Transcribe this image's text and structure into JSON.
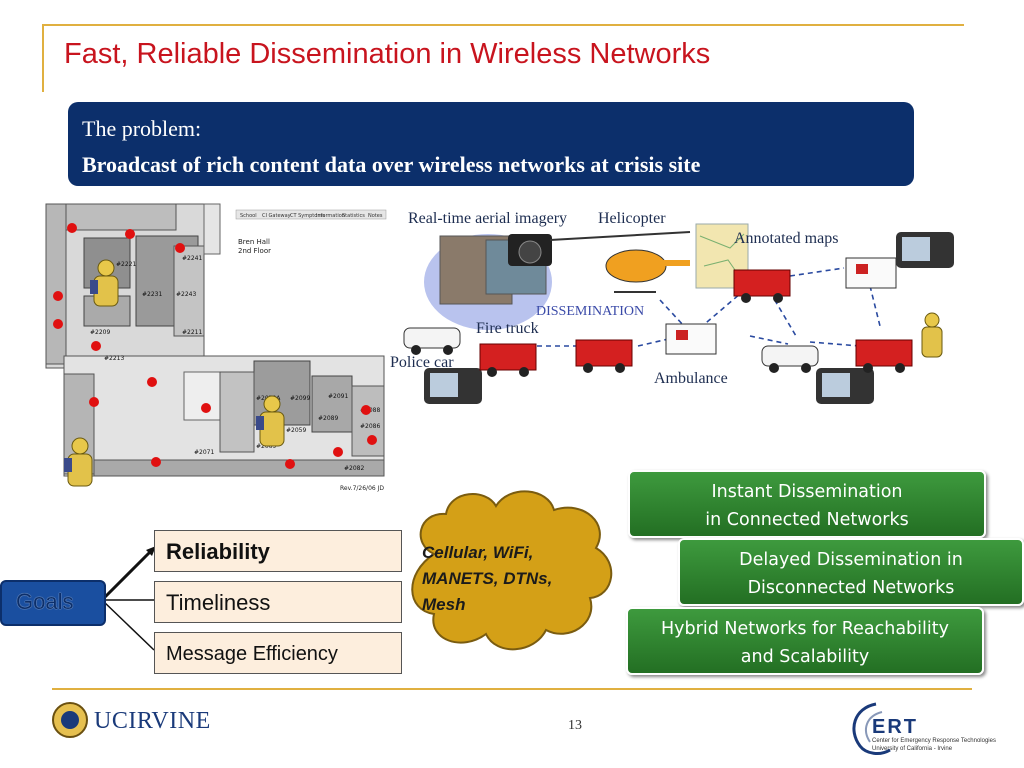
{
  "slide": {
    "title": "Fast, Reliable Dissemination  in Wireless Networks",
    "page_number": "13"
  },
  "problem": {
    "heading": "The problem:",
    "statement": "Broadcast of rich content data over wireless networks at crisis site"
  },
  "floorplan": {
    "header_tabs": [
      "School",
      "CI Gateway",
      "CT Symptoms",
      "Information",
      "Statistics",
      "Notes"
    ],
    "building_label_1": "Bren Hall",
    "building_label_2": "2nd Floor",
    "rooms": [
      "#2231",
      "#2221",
      "#2243",
      "#2241",
      "#2209",
      "#2213",
      "#2211",
      "#2059A",
      "#2099",
      "#2069",
      "#2059",
      "#2071",
      "#2089",
      "#2088",
      "#2086",
      "#2091",
      "#2082"
    ],
    "revision": "Rev.7/26/06 JD"
  },
  "scene": {
    "labels": {
      "aerial": "Real-time aerial imagery",
      "helicopter": "Helicopter",
      "maps": "Annotated maps",
      "dissemination": "DISSEMINATION",
      "fire_truck": "Fire truck",
      "police_car": "Police car",
      "ambulance": "Ambulance"
    }
  },
  "goals": {
    "label": "Goals",
    "items": [
      "Reliability",
      "Timeliness",
      "Message Efficiency"
    ]
  },
  "networks_cloud": {
    "line1": "Cellular, WiFi,",
    "line2": "MANETS, DTNs,",
    "line3": "Mesh"
  },
  "green_boxes": [
    {
      "line1": "Instant Dissemination",
      "line2": "in Connected Networks"
    },
    {
      "line1": "Delayed Dissemination in",
      "line2": "Disconnected Networks"
    },
    {
      "line1": "Hybrid Networks  for Reachability",
      "line2": "and Scalability"
    }
  ],
  "footer": {
    "logo_left": "UCIRVINE",
    "logo_right": "ERT",
    "logo_right_sub1": "Center for Emergency Response Technologies",
    "logo_right_sub2": "University of California - Irvine"
  },
  "colors": {
    "title": "#c8141e",
    "problem_bg": "#0c2f6b",
    "green": "#2e832e",
    "gold": "#d4a017",
    "accent_line": "#e0b040"
  }
}
